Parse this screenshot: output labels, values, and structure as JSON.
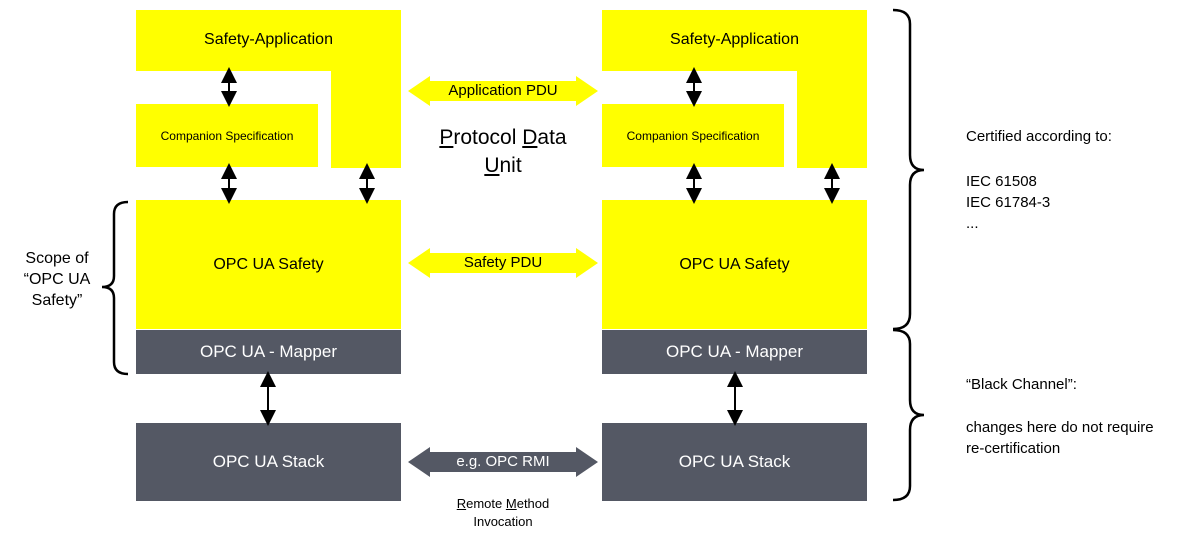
{
  "stacks": {
    "left": {
      "safety_application": "Safety-Application",
      "companion_specification": "Companion Specification",
      "opc_ua_safety": "OPC UA Safety",
      "mapper": "OPC UA - Mapper",
      "stack": "OPC UA Stack"
    },
    "right": {
      "safety_application": "Safety-Application",
      "companion_specification": "Companion Specification",
      "opc_ua_safety": "OPC UA Safety",
      "mapper": "OPC UA - Mapper",
      "stack": "OPC UA Stack"
    }
  },
  "connectors": {
    "application_pdu": "Application PDU",
    "safety_pdu": "Safety PDU",
    "opc_rmi": "e.g. OPC RMI"
  },
  "pdu_caption": {
    "p": "P",
    "rotocol": "rotocol ",
    "d": "D",
    "ata": "ata",
    "u": "U",
    "nit": "nit"
  },
  "rmi_caption": {
    "r": "R",
    "emote": "emote ",
    "m": "M",
    "ethod": "ethod",
    "line2": "Invocation"
  },
  "scope": {
    "line1": "Scope of",
    "line2": "“OPC UA",
    "line3": "Safety”"
  },
  "certified": {
    "title": "Certified according to:",
    "items": [
      "IEC 61508",
      "IEC 61784-3",
      "..."
    ]
  },
  "black_channel": {
    "title": "“Black Channel”:",
    "line1": "changes here do not require",
    "line2": "re-certification"
  },
  "colors": {
    "yellow": "#ffff00",
    "grey": "#545864"
  }
}
